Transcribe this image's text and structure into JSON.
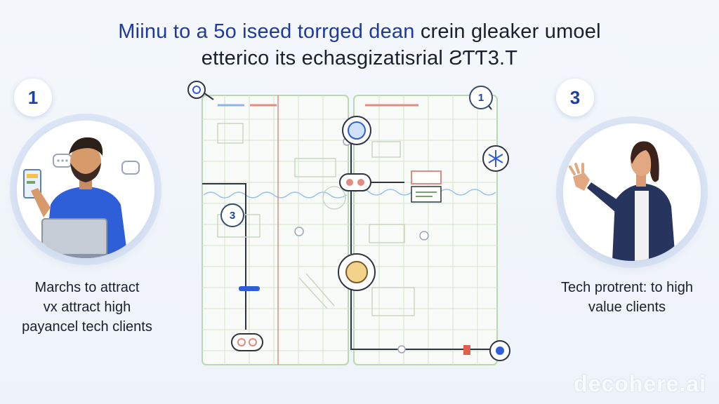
{
  "header": {
    "line1_blue": "Miinu to a 5o iseed torrged dean",
    "line1_rest": " crein gleaker umoel",
    "line2": "etterico its echasgizatisrial ƧƬƬ3.T"
  },
  "steps": {
    "left_number": "1",
    "right_number": "3",
    "diagram_top_number": "1",
    "diagram_mid_number": "3"
  },
  "captions": {
    "left_line1": "Marchs to attract",
    "left_line2": "vx attract high",
    "left_line3": "payancel tech clients",
    "right_line1": "Tech protrent: to high",
    "right_line2": "value clients"
  },
  "watermark": "decohere.ai",
  "colors": {
    "accent": "#1e3fa8",
    "grid": "#b9d8b0",
    "line": "#2e3440",
    "red": "#e0604e",
    "shirt_blue": "#2f5fd8",
    "jacket": "#27345e"
  }
}
